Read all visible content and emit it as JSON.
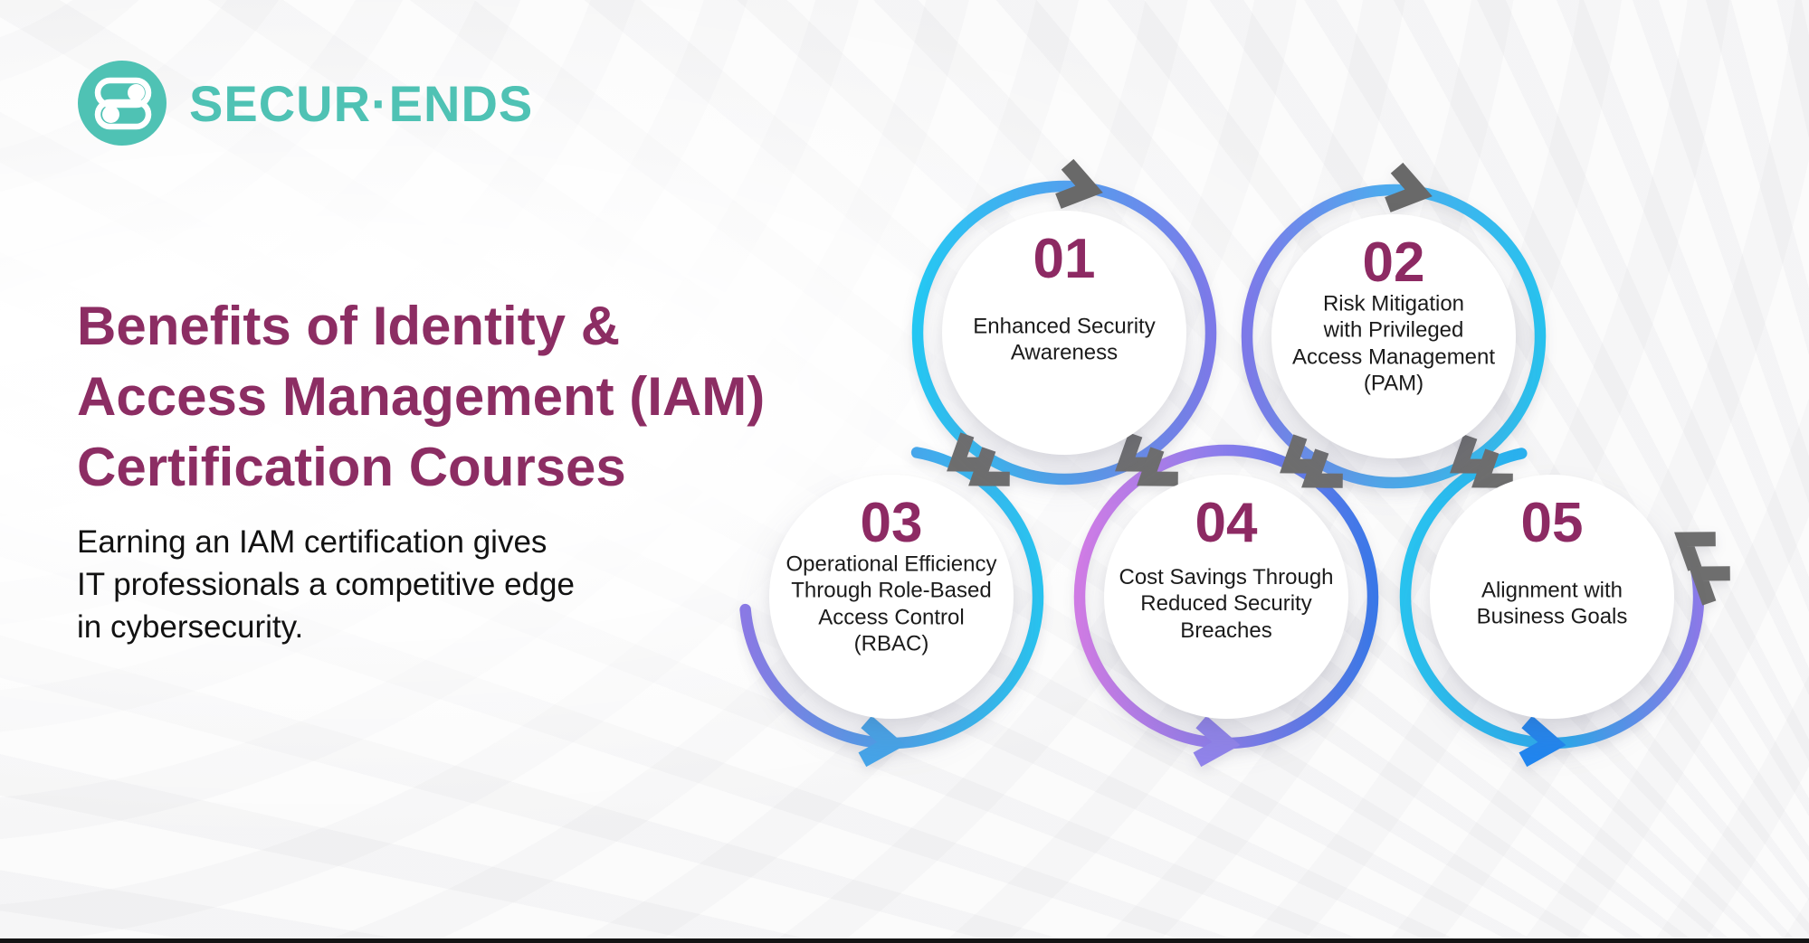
{
  "brand": {
    "name": "SECUR·ENDS",
    "color": "#4FC2B4"
  },
  "headline": {
    "text": "Benefits of Identity &\nAccess Management (IAM)\nCertification Courses",
    "color": "#8C2D63"
  },
  "intro": {
    "text": "Earning an IAM certification gives\nIT professionals a competitive edge\nin cybersecurity."
  },
  "steps": [
    {
      "number": "01",
      "label": "Enhanced Security\nAwareness"
    },
    {
      "number": "02",
      "label": "Risk Mitigation\nwith Privileged\nAccess Management\n(PAM)"
    },
    {
      "number": "03",
      "label": "Operational Efficiency\nThrough Role-Based\nAccess Control\n(RBAC)"
    },
    {
      "number": "04",
      "label": "Cost Savings Through\nReduced Security\nBreaches"
    },
    {
      "number": "05",
      "label": "Alignment with\nBusiness Goals"
    }
  ],
  "palette": {
    "cyan": "#29C3EF",
    "periwinkle": "#7D7AE9",
    "orchid": "#D07CE5",
    "blue": "#3B78E8",
    "arrow_gray": "#6E6E6E",
    "number_magenta": "#8D2A63",
    "headline_magenta": "#8C2D63",
    "text_black": "#1B1B1B"
  }
}
